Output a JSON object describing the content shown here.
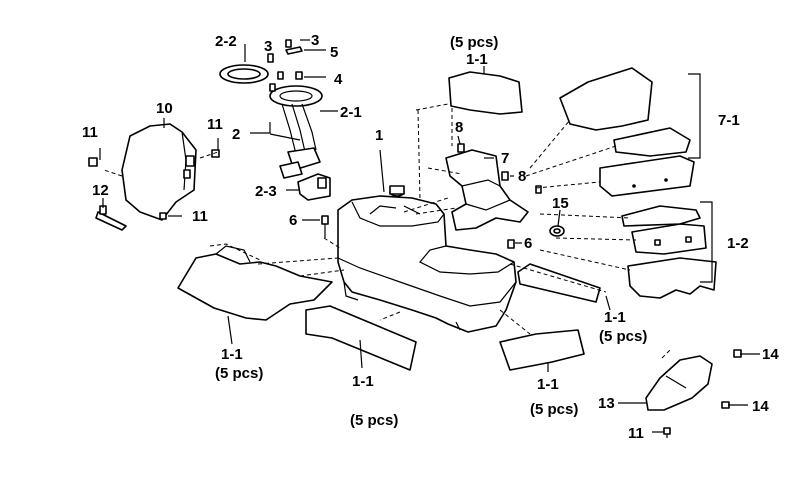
{
  "diagram": {
    "callouts": {
      "p1": "1",
      "p1_1_a": "1-1",
      "p1_1_a_qty": "(5 pcs)",
      "p1_1_b": "1-1",
      "p1_1_b_qty": "(5 pcs)",
      "p1_1_c": "1-1",
      "p1_1_c_qty": "(5 pcs)",
      "p1_1_d": "1-1",
      "p1_1_d_qty": "(5 pcs)",
      "p1_1_e": "1-1",
      "p1_1_e_qty": "(5 pcs)",
      "p1_2": "1-2",
      "p2": "2",
      "p2_1": "2-1",
      "p2_2": "2-2",
      "p2_3": "2-3",
      "p3_a": "3",
      "p3_b": "3",
      "p4": "4",
      "p5": "5",
      "p6_a": "6",
      "p6_b": "6",
      "p7": "7",
      "p7_1": "7-1",
      "p8_a": "8",
      "p8_b": "8",
      "p10": "10",
      "p11_a": "11",
      "p11_b": "11",
      "p11_c": "11",
      "p11_d": "11",
      "p12": "12",
      "p13": "13",
      "p14_a": "14",
      "p14_b": "14",
      "p15": "15"
    }
  }
}
